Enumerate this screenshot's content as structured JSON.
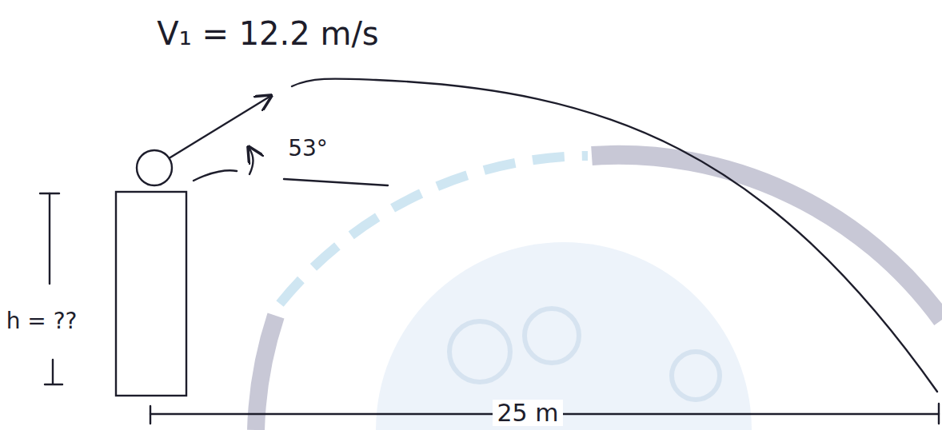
{
  "diagram": {
    "labels": [
      "V₁ = 12.2 m/s",
      "53°",
      "h = ??",
      "25 m"
    ]
  }
}
